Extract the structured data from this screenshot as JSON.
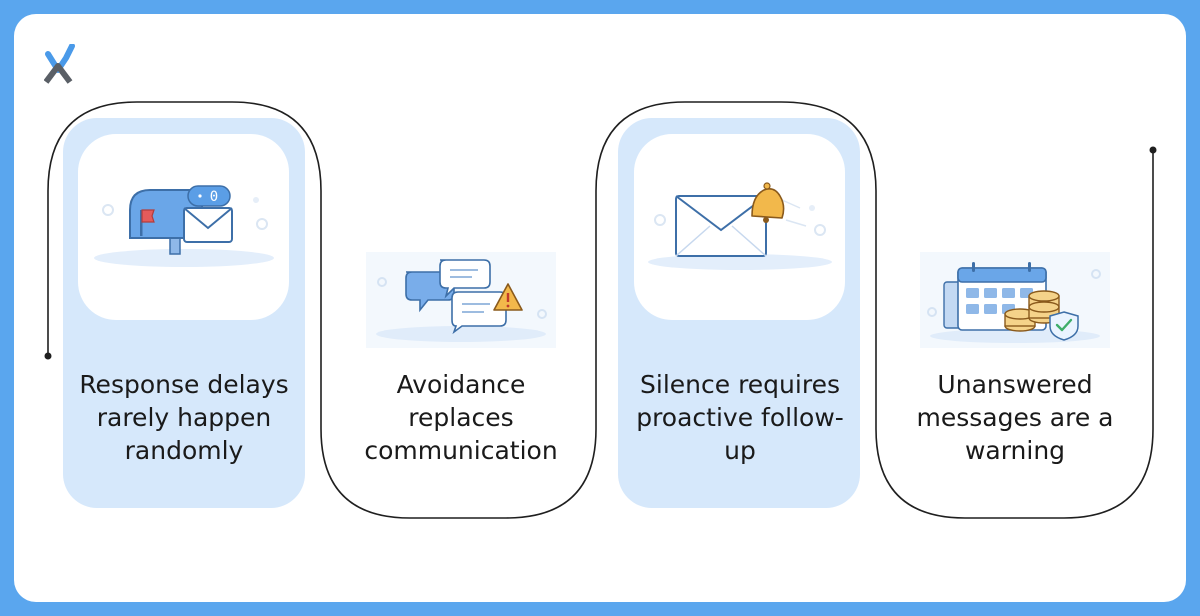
{
  "colors": {
    "background": "#5aa6ee",
    "card": "#ffffff",
    "highlight": "#d6e8fb",
    "line": "#1f1f1f",
    "accent_blue": "#5b9ee6",
    "accent_warning": "#f2b84b"
  },
  "steps": [
    {
      "label": "Response delays rarely happen randomly",
      "icon": "mailbox-icon",
      "highlighted": true
    },
    {
      "label": "Avoidance replaces communication",
      "icon": "chat-warning-icon",
      "highlighted": false
    },
    {
      "label": "Silence requires proactive follow-up",
      "icon": "envelope-bell-icon",
      "highlighted": true
    },
    {
      "label": "Unanswered messages are a warning",
      "icon": "calendar-coins-icon",
      "highlighted": false
    }
  ],
  "mailbox_badge": "0"
}
